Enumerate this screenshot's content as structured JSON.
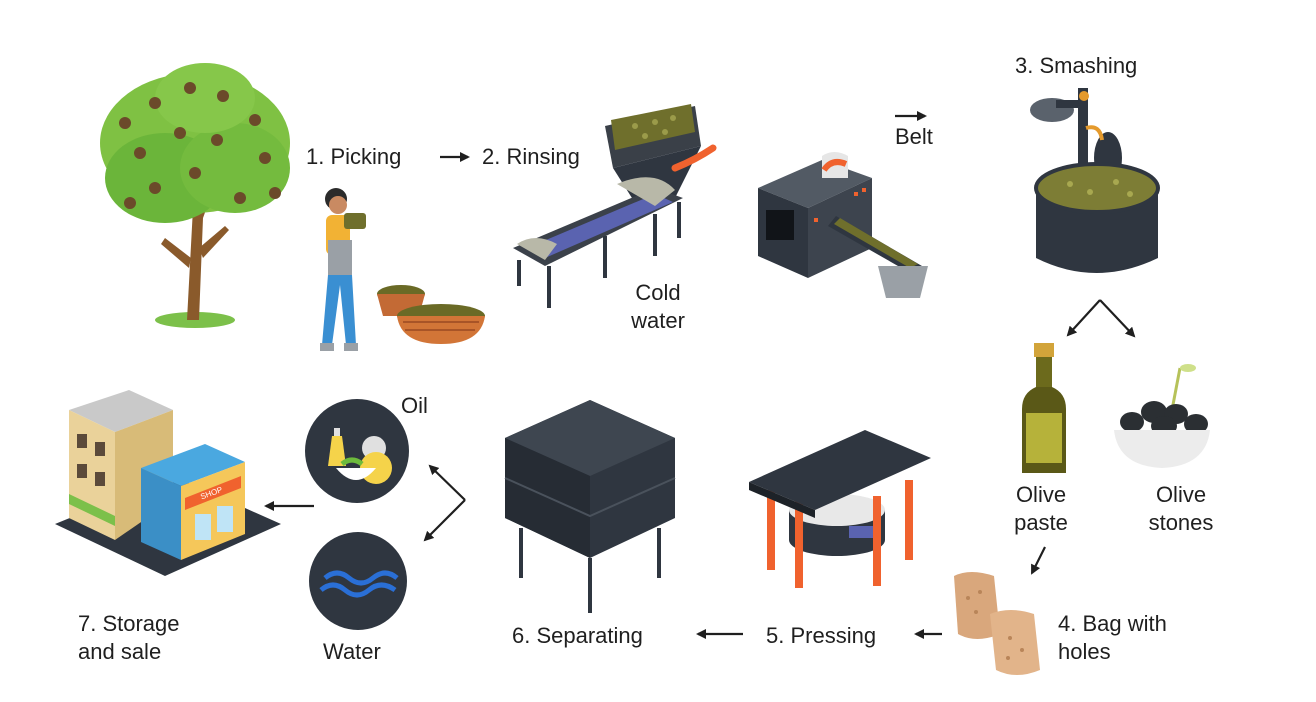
{
  "steps": {
    "picking": "1. Picking",
    "rinsing": "2. Rinsing",
    "smashing": "3. Smashing",
    "bag": [
      "4. Bag with",
      "holes"
    ],
    "pressing": "5. Pressing",
    "separating": "6. Separating",
    "storage": [
      "7. Storage",
      "and sale"
    ]
  },
  "labels": {
    "cold_water": [
      "Cold",
      "water"
    ],
    "belt": "Belt",
    "olive_paste": [
      "Olive",
      "paste"
    ],
    "olive_stones": [
      "Olive",
      "stones"
    ],
    "oil": "Oil",
    "water": "Water",
    "shop_sign": "SHOP"
  },
  "colors": {
    "dark_machine": "#2f3640",
    "olive_green": "#7a7a2a",
    "accent_orange": "#f0622e",
    "belt_blue": "#5a63b0",
    "tree_green": "#6dbb3c",
    "water_blue": "#2a6fd6"
  },
  "icons": [
    "olive-tree-icon",
    "worker-icon",
    "olive-basket-icon",
    "rinsing-conveyor-icon",
    "belt-machine-icon",
    "smashing-vat-icon",
    "oil-bottle-icon",
    "olive-stones-bowl-icon",
    "cloth-bags-icon",
    "press-icon",
    "separator-silo-icon",
    "oil-circle-icon",
    "water-circle-icon",
    "shop-building-icon"
  ]
}
